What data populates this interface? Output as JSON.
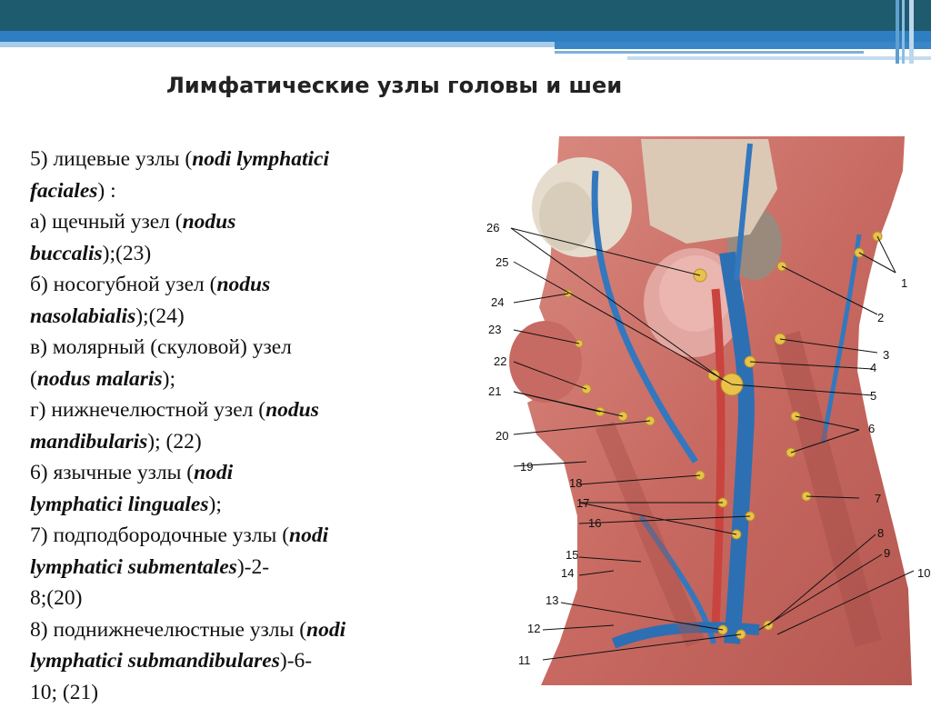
{
  "slide": {
    "title": "Лимфатические узлы головы и шеи",
    "colors": {
      "top_bar_dark": "#1e5a6e",
      "top_bar_blue": "#2f7fc0",
      "text": "#111111"
    }
  },
  "body_lines": [
    [
      {
        "t": "5) лицевые узлы ("
      },
      {
        "t": "nodi lymphatici",
        "i": true
      }
    ],
    [
      {
        "t": "faciales",
        "i": true
      },
      {
        "t": ")   :"
      }
    ],
    [
      {
        "t": "а) щечный узел ("
      },
      {
        "t": "nodus",
        "i": true
      }
    ],
    [
      {
        "t": "buccalis",
        "i": true
      },
      {
        "t": ");(23)"
      }
    ],
    [
      {
        "t": "б) носогубной узел ("
      },
      {
        "t": "nodus",
        "i": true
      }
    ],
    [
      {
        "t": "nasolabialis",
        "i": true
      },
      {
        "t": ");(24)"
      }
    ],
    [
      {
        "t": "в) молярный (скуловой) узел"
      }
    ],
    [
      {
        "t": "("
      },
      {
        "t": "nodus malaris",
        "i": true
      },
      {
        "t": ");"
      }
    ],
    [
      {
        "t": "г) нижнечелюстной узел ("
      },
      {
        "t": "nodus",
        "i": true
      }
    ],
    [
      {
        "t": "mandibularis",
        "i": true
      },
      {
        "t": "); (22)"
      }
    ],
    [
      {
        "t": "6) язычные узлы ("
      },
      {
        "t": "nodi",
        "i": true
      }
    ],
    [
      {
        "t": "lymphatici  linguales",
        "i": true
      },
      {
        "t": ");"
      }
    ],
    [
      {
        "t": "7) подподбородочные узлы ("
      },
      {
        "t": "nodi",
        "i": true
      }
    ],
    [
      {
        "t": "lymphatici  submentales",
        "i": true
      },
      {
        "t": ")-2-"
      }
    ],
    [
      {
        "t": "8;(20)"
      }
    ],
    [
      {
        "t": "8) поднижнечелюстные узлы ("
      },
      {
        "t": "nodi",
        "i": true
      }
    ],
    [
      {
        "t": "lymphatici  submandibulares",
        "i": true
      },
      {
        "t": ")-6-"
      }
    ],
    [
      {
        "t": "10; (21)"
      }
    ]
  ],
  "figure_labels": {
    "l1": "1",
    "l2": "2",
    "l3": "3",
    "l4": "4",
    "l5": "5",
    "l6": "6",
    "l7": "7",
    "l8": "8",
    "l9": "9",
    "l10": "10",
    "l11": "11",
    "l12": "12",
    "l13": "13",
    "l14": "14",
    "l15": "15",
    "l16": "16",
    "l17": "17",
    "l18": "18",
    "l19": "19",
    "l20": "20",
    "l21": "21",
    "l22": "22",
    "l23": "23",
    "l24": "24",
    "l25": "25",
    "l26": "26"
  }
}
